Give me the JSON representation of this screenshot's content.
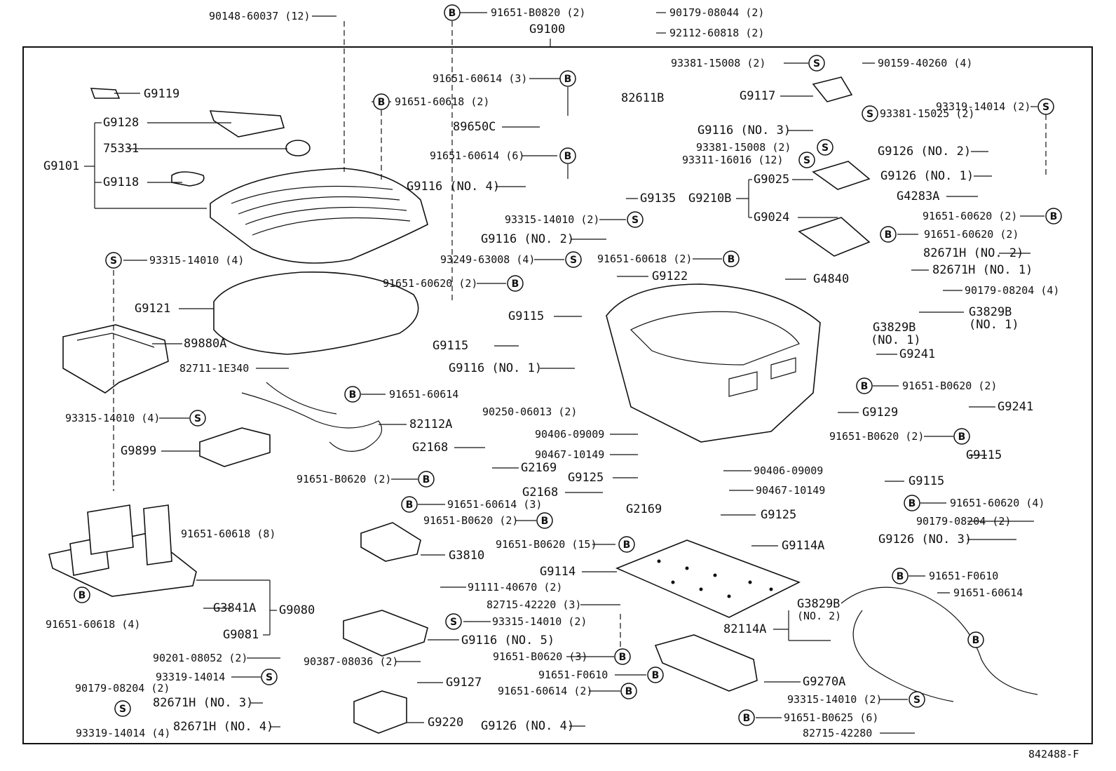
{
  "diagram": {
    "ref_code": "842488-F",
    "root_part": "G9100",
    "labels": {
      "l01": "90148-60037 (12)",
      "l02": "91651-B0820 (2)",
      "l03": "90179-08044 (2)",
      "l04": "92112-60818 (2)",
      "l05": "G9100",
      "l06": "93381-15008 (2)",
      "l07": "90159-40260 (4)",
      "l08": "91651-60614 (3)",
      "l09": "G9119",
      "l10": "91651-60618 (2)",
      "l11": "82611B",
      "l12": "G9117",
      "l13": "93319-14014 (2)",
      "l14": "93381-15025 (2)",
      "l15": "G9128",
      "l16": "89650C",
      "l17": "G9116 (NO. 3)",
      "l18": "75331",
      "l19": "91651-60614 (6)",
      "l20": "93381-15008 (2)",
      "l21": "G9126 (NO. 2)",
      "l22": "93311-16016 (12)",
      "l23": "G9101",
      "l24": "G9126 (NO. 1)",
      "l25": "G9025",
      "l26": "G9118",
      "l27": "G9116 (NO. 4)",
      "l28": "G9210B",
      "l29": "G4283A",
      "l30": "G9135",
      "l31": "91651-60620 (2)",
      "l32": "93315-14010 (2)",
      "l33": "G9024",
      "l34": "91651-60620 (2)",
      "l35": "G9116 (NO. 2)",
      "l36": "82671H (NO. 2)",
      "l37": "93315-14010 (4)",
      "l38": "93249-63008 (4)",
      "l39": "91651-60618 (2)",
      "l40": "82671H (NO. 1)",
      "l41": "G9122",
      "l42": "G4840",
      "l43": "91651-60620 (2)",
      "l44": "90179-08204 (4)",
      "l45": "G9121",
      "l46": "G9115",
      "l47": "G3829B",
      "l48": "(NO. 1)",
      "l49": "G3829B",
      "l50": "(NO. 1)",
      "l51": "89880A",
      "l52": "G9115",
      "l53": "G9241",
      "l54": "82711-1E340",
      "l55": "G9116 (NO. 1)",
      "l56": "91651-B0620 (2)",
      "l57": "91651-60614",
      "l58": "90250-06013 (2)",
      "l59": "G9129",
      "l60": "G9241",
      "l61": "93315-14010 (4)",
      "l62": "82112A",
      "l63": "90406-09009",
      "l64": "91651-B0620 (2)",
      "l65": "G9899",
      "l66": "G2168",
      "l67": "90467-10149",
      "l68": "G9115",
      "l69": "G2169",
      "l70": "90406-09009",
      "l71": "91651-B0620 (2)",
      "l72": "G9125",
      "l73": "90467-10149",
      "l74": "G9115",
      "l75": "G2168",
      "l76": "91651-60620 (4)",
      "l77": "91651-60614 (3)",
      "l78": "G2169",
      "l79": "G9125",
      "l80": "91651-60618 (8)",
      "l81": "91651-B0620 (2)",
      "l82": "90179-08204 (2)",
      "l83": "91651-B0620 (15)",
      "l84": "G9126 (NO. 3)",
      "l85": "G3810",
      "l86": "G9114A",
      "l87": "G9114",
      "l88": "91651-F0610",
      "l89": "91111-40670 (2)",
      "l90": "91651-60614",
      "l91": "G3841A",
      "l92": "G9080",
      "l93": "82715-42220 (3)",
      "l94": "G3829B",
      "l95": "(NO. 2)",
      "l96": "91651-60618 (4)",
      "l97": "G9081",
      "l98": "93315-14010 (2)",
      "l99": "82114A",
      "l100": "G9116 (NO. 5)",
      "l101": "90201-08052 (2)",
      "l102": "90387-08036 (2)",
      "l103": "91651-B0620 (3)",
      "l104": "90179-08204 (2)",
      "l105": "93319-14014",
      "l106": "G9127",
      "l107": "91651-F0610",
      "l108": "G9270A",
      "l109": "82671H (NO. 3)",
      "l110": "91651-60614 (2)",
      "l111": "93315-14010 (2)",
      "l112": "93319-14014 (4)",
      "l113": "82671H (NO. 4)",
      "l114": "G9220",
      "l115": "G9126 (NO. 4)",
      "l116": "91651-B0625 (6)",
      "l117": "82715-42280"
    },
    "symbols": {
      "bolt": "B",
      "screw": "S"
    }
  }
}
